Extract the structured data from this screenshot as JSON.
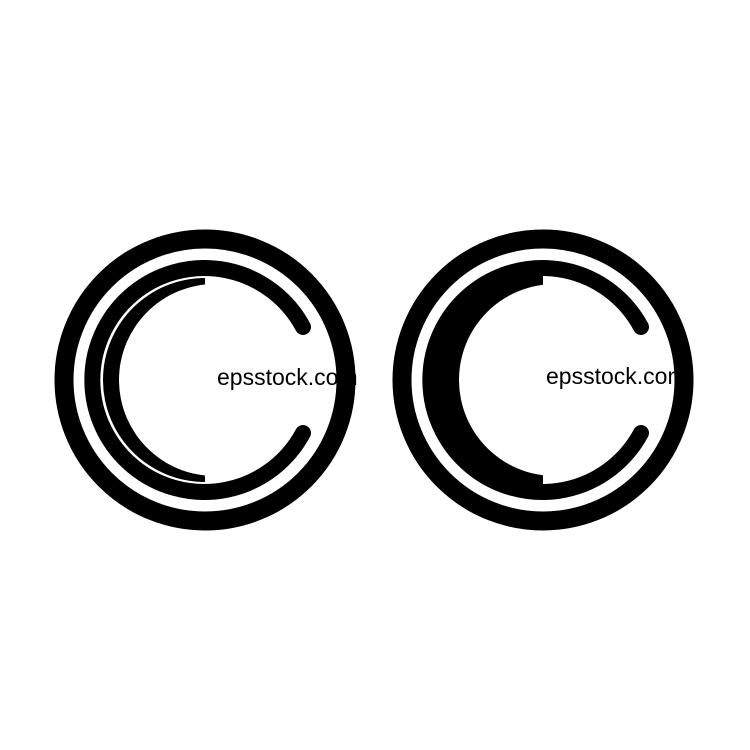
{
  "watermark_text": "epsstock.com",
  "colors": {
    "foreground": "#000000",
    "background": "#ffffff"
  },
  "logos": [
    {
      "name": "c-logo-with-gap",
      "style": "crescent separated by thin gap"
    },
    {
      "name": "c-logo-solid",
      "style": "crescent merged"
    }
  ]
}
